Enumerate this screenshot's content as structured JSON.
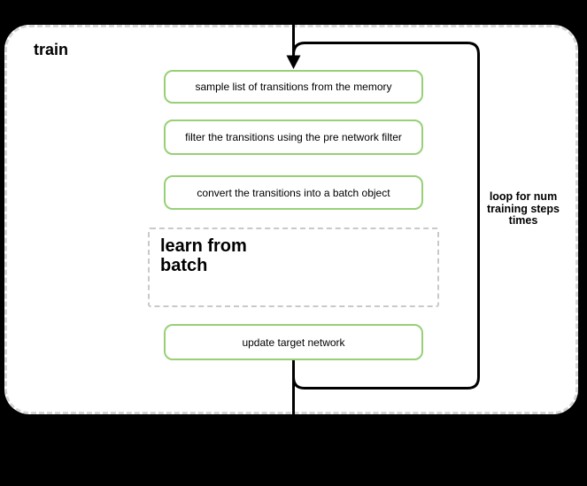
{
  "background_color": "#000000",
  "panel_color": "#ffffff",
  "diagram": {
    "container_label": "train",
    "loop_annotation": "loop for num\ntraining steps\ntimes",
    "steps": [
      {
        "label": "sample list of transitions from the memory"
      },
      {
        "label": "filter the transitions using the pre network filter"
      },
      {
        "label": "convert the transitions into a batch object"
      }
    ],
    "group_label": "learn from\nbatch",
    "final_step_label": "update target network",
    "icons": {
      "arrowhead": "arrow-down-icon"
    },
    "colors": {
      "step_border_green": "#97d077",
      "container_border_gray": "#d6d6d6",
      "group_border_gray": "#c9c9c9",
      "connector_black": "#000000",
      "text": "#000000"
    }
  }
}
